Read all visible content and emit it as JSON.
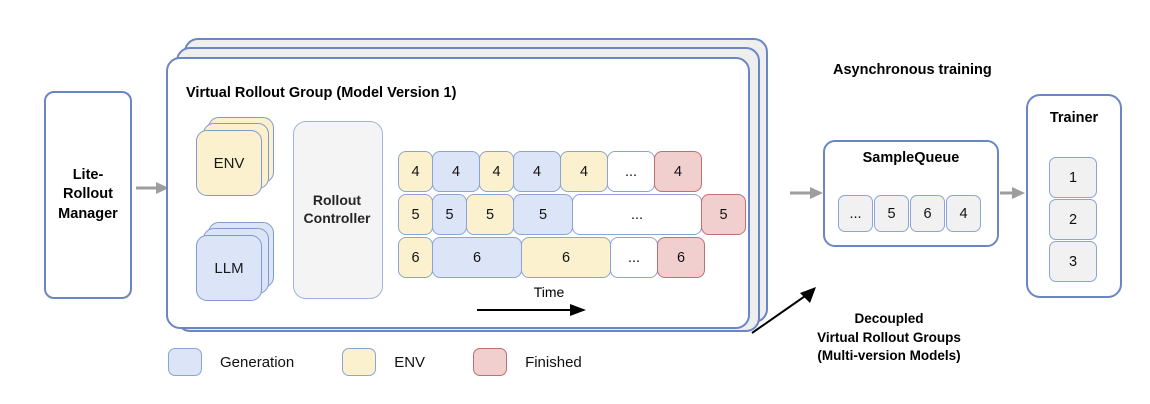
{
  "diagram": {
    "title": "Asynchronous RL rollout architecture",
    "colors": {
      "border_blue": "#6b86c4",
      "generation_fill": "#dbe5f7",
      "env_fill": "#fcf1ce",
      "finished_fill": "#f0cfce",
      "finished_border": "#c0706e",
      "panel_gray": "#eeeeee",
      "chip_gray": "#f1f1f1",
      "arrow_gray": "#9e9e9e",
      "text_black": "#000000"
    }
  },
  "manager": {
    "label": "Lite-\nRollout\nManager"
  },
  "rollout_group": {
    "title": "Virtual Rollout Group (Model Version 1)",
    "stack_count": 3,
    "env_card": {
      "label": "ENV",
      "stack_count": 3
    },
    "llm_card": {
      "label": "LLM",
      "stack_count": 3
    },
    "controller": {
      "label": "Rollout\nController"
    },
    "time_axis": {
      "label": "Time"
    }
  },
  "timeline": {
    "rows": [
      {
        "id": "sample-4",
        "blocks": [
          {
            "label": "4",
            "kind": "env",
            "width": 35
          },
          {
            "label": "4",
            "kind": "gen",
            "width": 48
          },
          {
            "label": "4",
            "kind": "env",
            "width": 35
          },
          {
            "label": "4",
            "kind": "gen",
            "width": 48
          },
          {
            "label": "4",
            "kind": "env",
            "width": 48
          },
          {
            "label": "...",
            "kind": "ell",
            "width": 48
          },
          {
            "label": "4",
            "kind": "fin",
            "width": 48
          }
        ]
      },
      {
        "id": "sample-5",
        "blocks": [
          {
            "label": "5",
            "kind": "env",
            "width": 35
          },
          {
            "label": "5",
            "kind": "gen",
            "width": 35
          },
          {
            "label": "5",
            "kind": "env",
            "width": 48
          },
          {
            "label": "5",
            "kind": "gen",
            "width": 60
          },
          {
            "label": "...",
            "kind": "ell",
            "width": 130
          },
          {
            "label": "5",
            "kind": "fin",
            "width": 45
          }
        ]
      },
      {
        "id": "sample-6",
        "blocks": [
          {
            "label": "6",
            "kind": "env",
            "width": 35
          },
          {
            "label": "6",
            "kind": "gen",
            "width": 90
          },
          {
            "label": "6",
            "kind": "env",
            "width": 90
          },
          {
            "label": "...",
            "kind": "ell",
            "width": 48
          },
          {
            "label": "6",
            "kind": "fin",
            "width": 48
          }
        ]
      }
    ]
  },
  "async": {
    "label": "Asynchronous training"
  },
  "sample_queue": {
    "title": "SampleQueue",
    "chips": [
      "...",
      "5",
      "6",
      "4"
    ]
  },
  "trainer": {
    "title": "Trainer",
    "slots": [
      "1",
      "2",
      "3"
    ]
  },
  "annotation": {
    "decoupled": "Decoupled\nVirtual Rollout Groups\n(Multi-version Models)"
  },
  "legend": {
    "items": [
      {
        "label": "Generation",
        "kind": "gen"
      },
      {
        "label": "ENV",
        "kind": "env"
      },
      {
        "label": "Finished",
        "kind": "fin"
      }
    ]
  }
}
